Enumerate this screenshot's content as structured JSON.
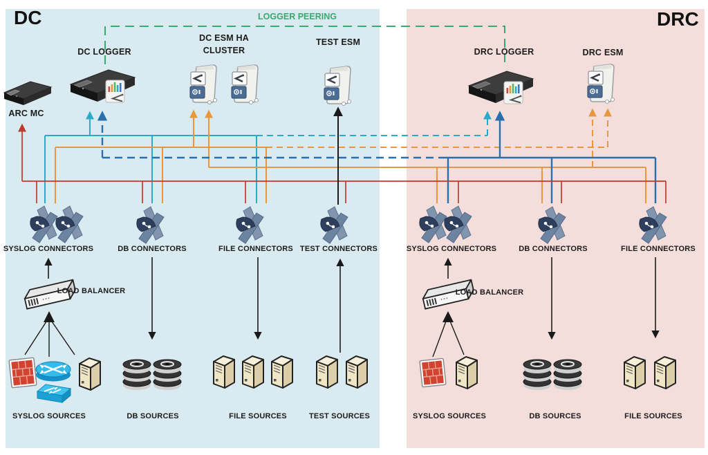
{
  "regions": {
    "dc": "DC",
    "drc": "DRC"
  },
  "peering_label": "LOGGER PEERING",
  "devices": {
    "arc_mc": "ARC MC",
    "dc_logger": "DC LOGGER",
    "dc_esm_line1": "DC ESM HA",
    "dc_esm_line2": "CLUSTER",
    "test_esm": "TEST ESM",
    "drc_logger": "DRC LOGGER",
    "drc_esm": "DRC ESM"
  },
  "connectors": {
    "dc_syslog": "SYSLOG CONNECTORS",
    "dc_db": "DB CONNECTORS",
    "dc_file": "FILE CONNECTORS",
    "dc_test": "TEST CONNECTORS",
    "drc_syslog": "SYSLOG CONNECTORS",
    "drc_db": "DB CONNECTORS",
    "drc_file": "FILE CONNECTORS"
  },
  "load_balancers": {
    "dc": "LOAD BALANCER",
    "drc": "LOAD BALANCER"
  },
  "sources": {
    "dc_syslog": "SYSLOG SOURCES",
    "dc_db": "DB SOURCES",
    "dc_file": "FILE SOURCES",
    "dc_test": "TEST SOURCES",
    "drc_syslog": "SYSLOG SOURCES",
    "drc_db": "DB SOURCES",
    "drc_file": "FILE SOURCES"
  },
  "colors": {
    "dc_region": "#d9eaf0",
    "drc_region": "#f3dedb",
    "cyan_line": "#2ba9c9",
    "blue_line": "#2a6fad",
    "orange_line": "#e9973f",
    "red_line": "#c0392b",
    "green_line": "#3aa86f",
    "black_line": "#1a1a1a"
  }
}
